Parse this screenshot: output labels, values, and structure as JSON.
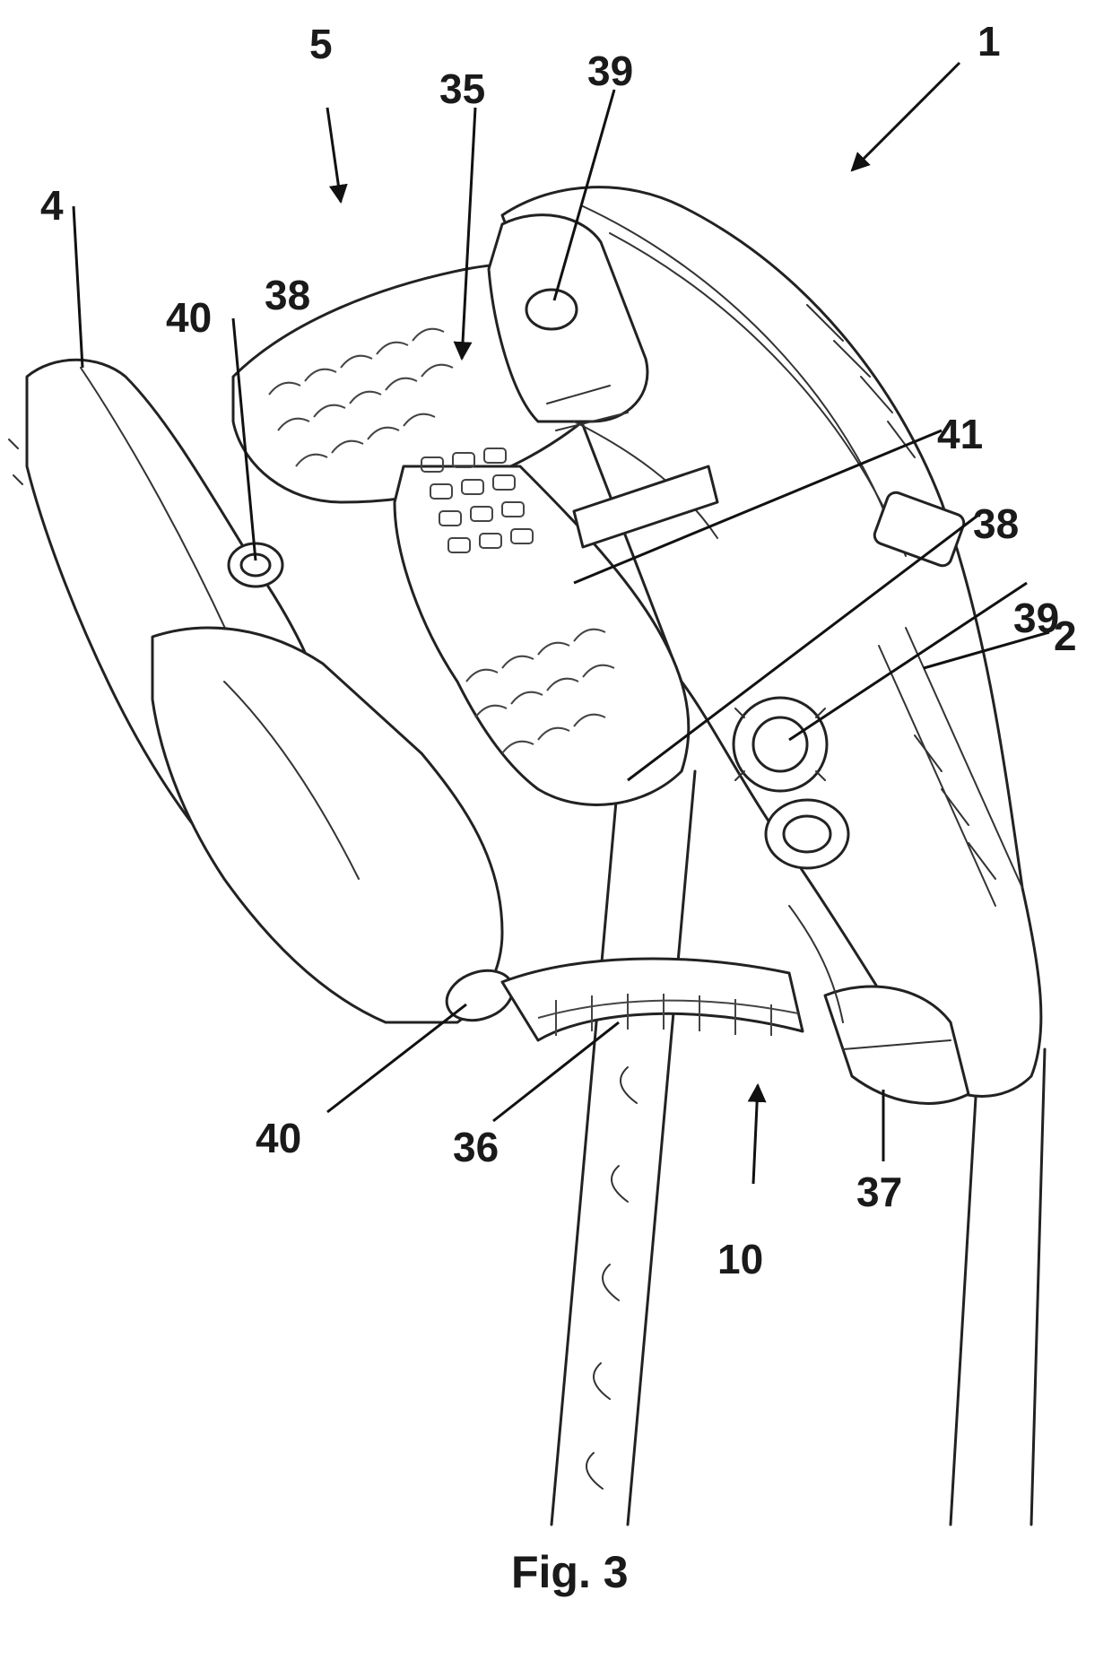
{
  "figure": {
    "caption": "Fig. 3",
    "reference_labels": {
      "r1": "1",
      "r2": "2",
      "r4": "4",
      "r5": "5",
      "r10": "10",
      "r35": "35",
      "r36": "36",
      "r37": "37",
      "r38a": "38",
      "r38b": "38",
      "r39a": "39",
      "r39b": "39",
      "r40a": "40",
      "r40b": "40",
      "r41": "41"
    }
  }
}
